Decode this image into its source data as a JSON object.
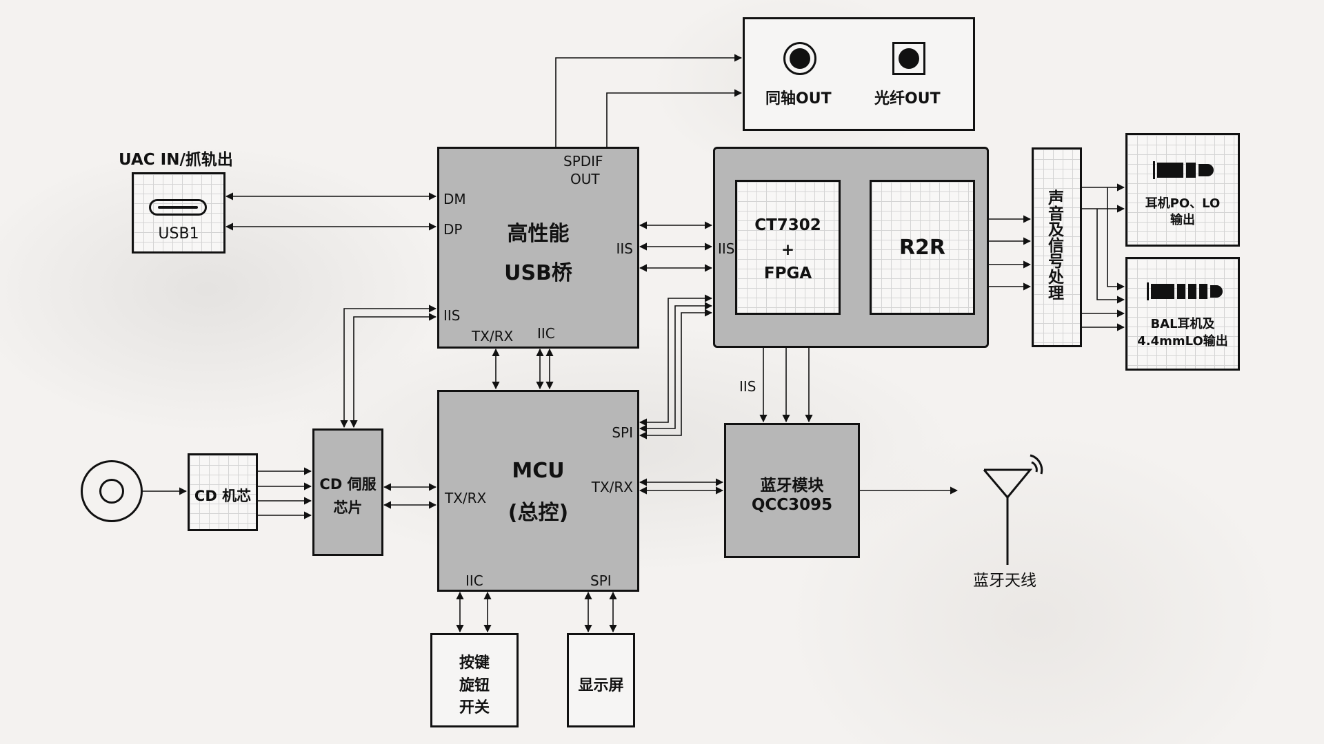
{
  "title": "UAC IN/抓轨出",
  "blocks": {
    "usb1": {
      "label": "USB1"
    },
    "usb_bridge": {
      "line1": "高性能",
      "line2": "USB桥",
      "ports": {
        "dm": "DM",
        "dp": "DP",
        "iis_left": "IIS",
        "spdif_1": "SPDIF",
        "spdif_2": "OUT",
        "iis_right": "IIS",
        "txrx": "TX/RX",
        "iic": "IIC"
      }
    },
    "digital_out": {
      "coax": "同轴OUT",
      "optical": "光纤OUT"
    },
    "dac": {
      "chip_line1": "CT7302",
      "chip_line2": "+",
      "chip_line3": "FPGA",
      "r2r": "R2R",
      "iis": "IIS"
    },
    "signal_proc": {
      "label": "声音及信号处理"
    },
    "headphone_out": {
      "line1": "耳机PO、LO",
      "line2": "输出"
    },
    "bal_out": {
      "line1": "BAL耳机及",
      "line2": "4.4mmLO输出"
    },
    "cd_mech": {
      "label": "CD 机芯"
    },
    "cd_servo": {
      "line1": "CD 伺服",
      "line2": "芯片"
    },
    "mcu": {
      "line1": "MCU",
      "line2": "(总控)",
      "ports": {
        "spi_right": "SPI",
        "txrx_right": "TX/RX",
        "txrx_left": "TX/RX",
        "iic": "IIC",
        "spi_bottom": "SPI"
      }
    },
    "bluetooth": {
      "line1": "蓝牙模块",
      "line2": "QCC3095",
      "iis": "IIS"
    },
    "antenna": {
      "label": "蓝牙天线"
    },
    "keys": {
      "line1": "按键",
      "line2": "旋钮",
      "line3": "开关"
    },
    "display": {
      "label": "显示屏"
    }
  },
  "colors": {
    "block_gray": "#b7b7b7",
    "line": "#111111",
    "background": "#f4f2f0"
  }
}
